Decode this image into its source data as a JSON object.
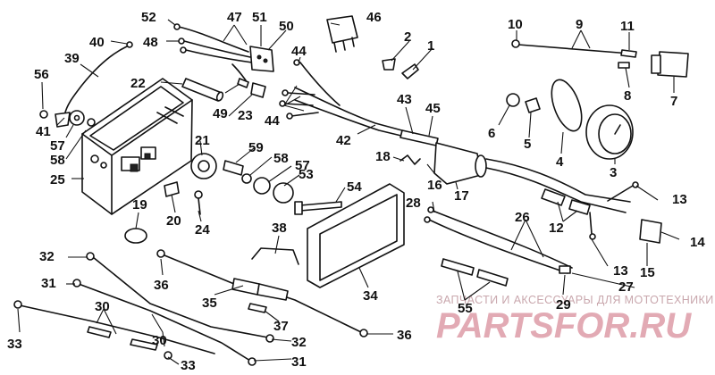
{
  "callouts": [
    "1",
    "2",
    "3",
    "4",
    "5",
    "6",
    "7",
    "8",
    "9",
    "10",
    "11",
    "12",
    "13",
    "13",
    "14",
    "15",
    "16",
    "17",
    "18",
    "19",
    "20",
    "21",
    "22",
    "23",
    "24",
    "25",
    "26",
    "27",
    "28",
    "29",
    "30",
    "30",
    "31",
    "31",
    "32",
    "32",
    "33",
    "33",
    "34",
    "35",
    "36",
    "36",
    "37",
    "38",
    "39",
    "40",
    "41",
    "42",
    "43",
    "44",
    "44",
    "45",
    "46",
    "47",
    "48",
    "49",
    "50",
    "51",
    "52",
    "53",
    "54",
    "55",
    "56",
    "57",
    "57",
    "58",
    "58",
    "59"
  ],
  "watermark": {
    "caption": "ЗАПЧАСТИ И АКСЕССУАРЫ ДЛЯ МОТОТЕХНИКИ",
    "logo": "PARTSFOR.RU"
  },
  "colors": {
    "ink": "#111111",
    "watermark": "#e2aab4",
    "background": "#ffffff"
  }
}
